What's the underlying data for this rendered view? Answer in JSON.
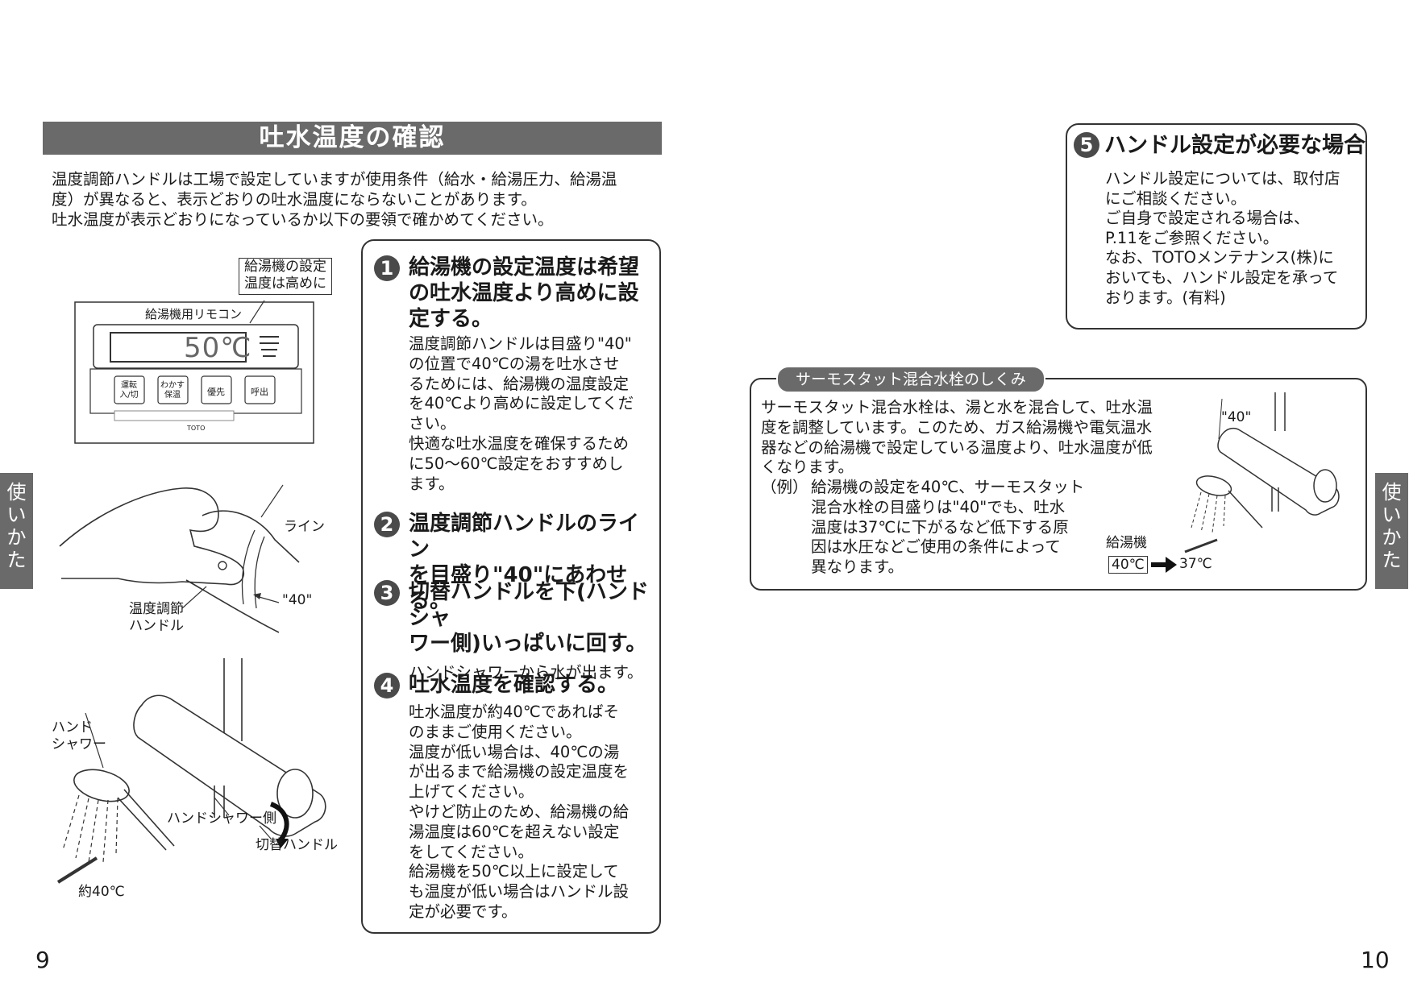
{
  "left_page": {
    "title": "吐水温度の確認",
    "intro": [
      "温度調節ハンドルは工場で設定していますが使用条件（給水・給湯圧力、給湯温",
      "度）が異なると、表示どおりの吐水温度にならないことがあります。",
      "吐水温度が表示どおりになっているか以下の要領で確かめてください。"
    ],
    "remote_illustration": {
      "callout_lines": [
        "給湯機の設定",
        "温度は高めに"
      ],
      "remote_label": "給湯機用リモコン",
      "display_temp": "50℃",
      "buttons": [
        "運転入/切",
        "わかす保温",
        "優先",
        "呼出"
      ],
      "brand": "TOTO"
    },
    "handle_illustration": {
      "line_label": "ライン",
      "mark_label": "\"40\"",
      "handle_lines": [
        "温度調節",
        "ハンドル"
      ]
    },
    "faucet_illustration": {
      "shower_lines": [
        "ハンド",
        "シャワー"
      ],
      "shower_side": "ハンドシャワー側",
      "switch_handle": "切替ハンドル",
      "temp": "約40℃"
    },
    "steps": [
      {
        "num": "1",
        "title": [
          "給湯機の設定温度は希望",
          "の吐水温度より高めに設",
          "定する。"
        ],
        "body": [
          "温度調節ハンドルは目盛り\"40\"",
          "の位置で40℃の湯を吐水させ",
          "るためには、給湯機の温度設定",
          "を40℃より高めに設定してくだ",
          "さい。",
          "快適な吐水温度を確保するため",
          "に50～60℃設定をおすすめし",
          "ます。"
        ]
      },
      {
        "num": "2",
        "title": [
          "温度調節ハンドルのライン",
          "を目盛り\"40\"にあわせる。"
        ],
        "body": []
      },
      {
        "num": "3",
        "title": [
          "切替ハンドルを下(ハンドシャ",
          "ワー側)いっぱいに回す。"
        ],
        "body": [
          "ハンドシャワーから水が出ます。"
        ]
      },
      {
        "num": "4",
        "title": [
          "吐水温度を確認する。"
        ],
        "body": [
          "吐水温度が約40℃であればそ",
          "のままご使用ください。",
          "温度が低い場合は、40℃の湯",
          "が出るまで給湯機の設定温度を",
          "上げてください。",
          "やけど防止のため、給湯機の給",
          "湯温度は60℃を超えない設定",
          "をしてください。",
          "給湯機を50℃以上に設定して",
          "も温度が低い場合はハンドル設",
          "定が必要です。"
        ]
      }
    ],
    "side_tab": [
      "使",
      "い",
      "か",
      "た"
    ],
    "page_number": "9"
  },
  "right_page": {
    "step5": {
      "num": "5",
      "title": "ハンドル設定が必要な場合",
      "body": [
        "ハンドル設定については、取付店",
        "にご相談ください。",
        "ご自身で設定される場合は、",
        "P.11をご参照ください。",
        "なお、TOTOメンテナンス(株)に",
        "おいても、ハンドル設定を承って",
        "おります。(有料)"
      ]
    },
    "thermostat": {
      "tab": "サーモスタット混合水栓のしくみ",
      "body": [
        "サーモスタット混合水栓は、湯と水を混合して、吐水温",
        "度を調整しています。このため、ガス給湯機や電気温水",
        "器などの給湯機で設定している温度より、吐水温度が低",
        "くなります。"
      ],
      "example_label": "（例）",
      "example": [
        "給湯機の設定を40℃、サーモスタット",
        "混合水栓の目盛りは\"40\"でも、吐水",
        "温度は37℃に下がるなど低下する原",
        "因は水圧などご使用の条件によって",
        "異なります。"
      ],
      "fig_mark": "\"40\"",
      "fig_heater": "給湯機",
      "fig_from": "40℃",
      "fig_to": "37℃"
    },
    "side_tab": [
      "使",
      "い",
      "か",
      "た"
    ],
    "page_number": "10"
  }
}
